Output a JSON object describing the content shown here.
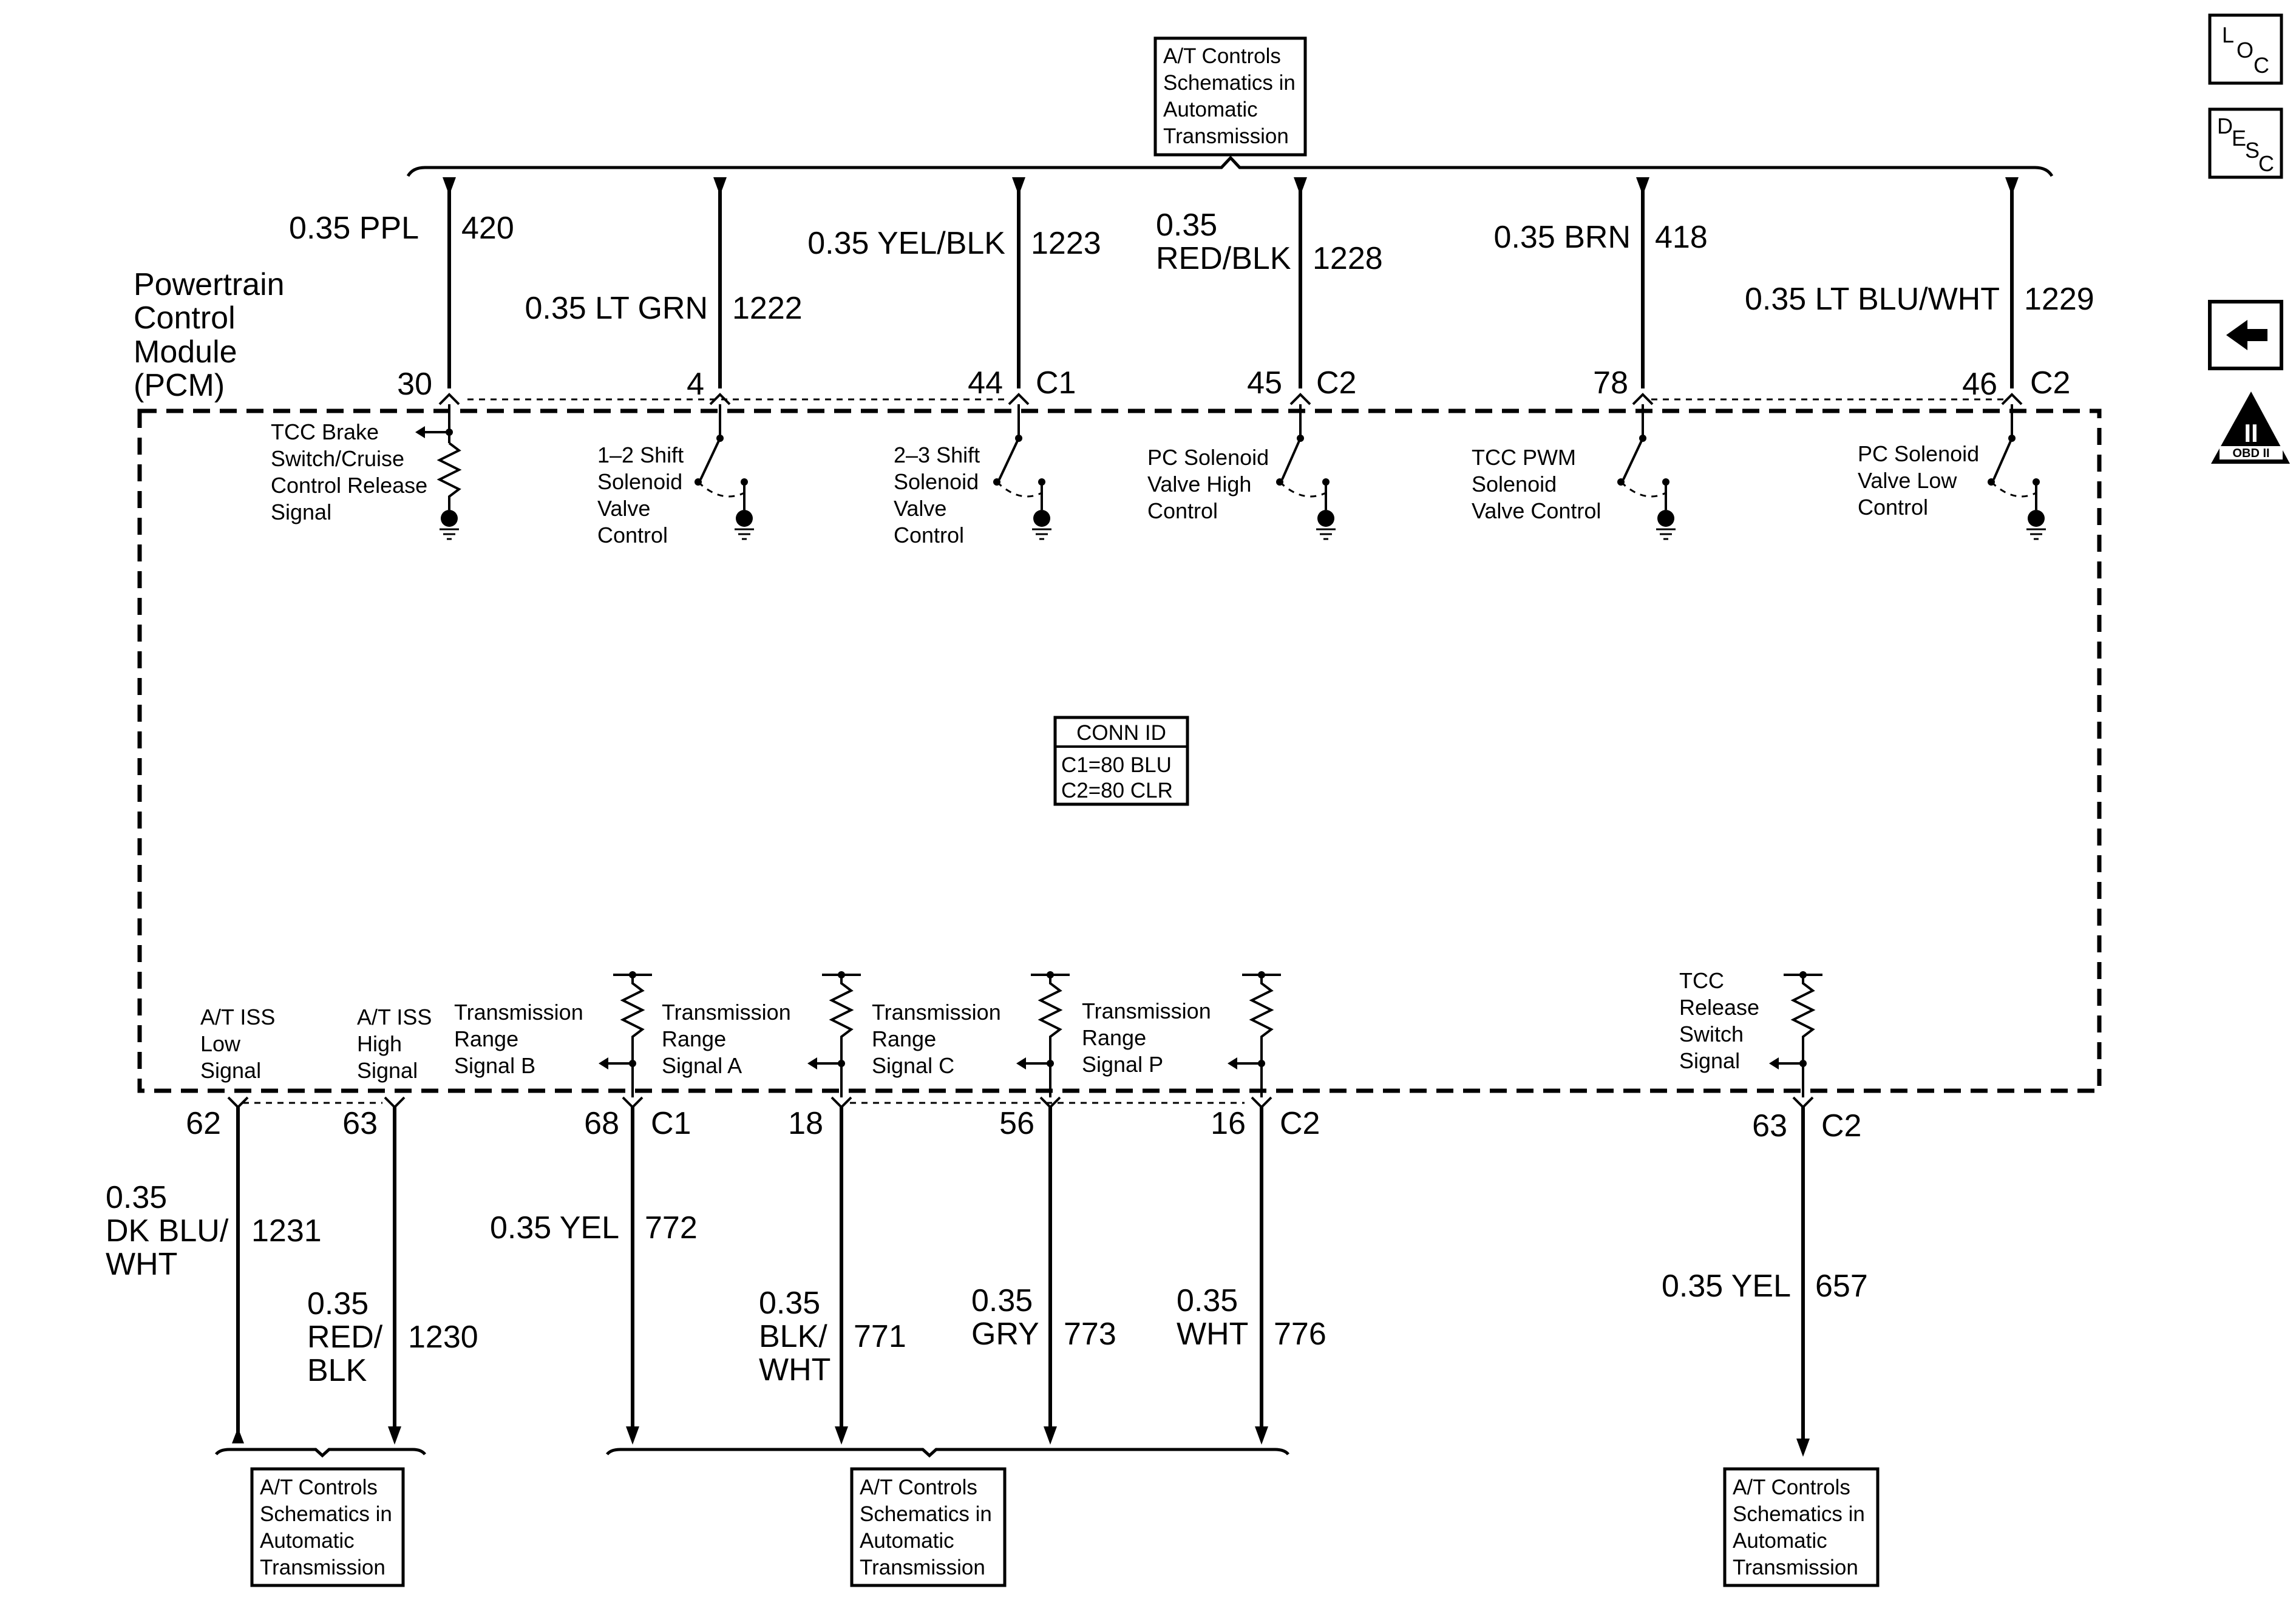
{
  "colors": {
    "ink": "#000000",
    "background": "#ffffff"
  },
  "nav_icons": {
    "loc": {
      "l1": "L",
      "l2": "O",
      "l3": "C"
    },
    "desc": {
      "l1": "D",
      "l2": "E",
      "l3": "S",
      "l4": "C"
    },
    "back_icon": "left-arrow-icon",
    "obd": {
      "numeral": "II",
      "label": "OBD II"
    }
  },
  "top_ref": {
    "lines": [
      "A/T Controls",
      "Schematics in",
      "Automatic",
      "Transmission"
    ]
  },
  "pcm_label": {
    "lines": [
      "Powertrain",
      "Control",
      "Module",
      "(PCM)"
    ]
  },
  "conn_id": {
    "title": "CONN ID",
    "c1": "C1=80 BLU",
    "c2": "C2=80 CLR"
  },
  "top_circuits": [
    {
      "pin": "30",
      "connector": "",
      "wire": [
        "0.35 PPL"
      ],
      "circuit": "420",
      "signal": [
        "TCC Brake",
        "Switch/Cruise",
        "Control Release",
        "Signal"
      ]
    },
    {
      "pin": "4",
      "connector": "",
      "wire": [
        "0.35 LT GRN"
      ],
      "circuit": "1222",
      "signal": [
        "1–2 Shift",
        "Solenoid",
        "Valve",
        "Control"
      ]
    },
    {
      "pin": "44",
      "connector": "C1",
      "wire": [
        "0.35 YEL/BLK"
      ],
      "circuit": "1223",
      "signal": [
        "2–3 Shift",
        "Solenoid",
        "Valve",
        "Control"
      ]
    },
    {
      "pin": "45",
      "connector": "C2",
      "wire": [
        "0.35",
        "RED/BLK"
      ],
      "circuit": "1228",
      "signal": [
        "PC Solenoid",
        "Valve High",
        "Control"
      ]
    },
    {
      "pin": "78",
      "connector": "",
      "wire": [
        "0.35 BRN"
      ],
      "circuit": "418",
      "signal": [
        "TCC PWM",
        "Solenoid",
        "Valve Control"
      ]
    },
    {
      "pin": "46",
      "connector": "C2",
      "wire": [
        "0.35 LT BLU/WHT"
      ],
      "circuit": "1229",
      "signal": [
        "PC Solenoid",
        "Valve Low",
        "Control"
      ]
    }
  ],
  "bottom_circuits": [
    {
      "pin": "62",
      "connector": "",
      "wire": [
        "0.35",
        "DK BLU/",
        "WHT"
      ],
      "circuit": "1231",
      "signal": [
        "A/T ISS",
        "Low",
        "Signal"
      ]
    },
    {
      "pin": "63",
      "connector": "",
      "wire": [
        "0.35",
        "RED/",
        "BLK"
      ],
      "circuit": "1230",
      "signal": [
        "A/T ISS",
        "High",
        "Signal"
      ]
    },
    {
      "pin": "68",
      "connector": "C1",
      "wire": [
        "0.35 YEL"
      ],
      "circuit": "772",
      "signal": [
        "Transmission",
        "Range",
        "Signal B"
      ]
    },
    {
      "pin": "18",
      "connector": "",
      "wire": [
        "0.35",
        "BLK/",
        "WHT"
      ],
      "circuit": "771",
      "signal": [
        "Transmission",
        "Range",
        "Signal A"
      ]
    },
    {
      "pin": "56",
      "connector": "",
      "wire": [
        "0.35",
        "GRY"
      ],
      "circuit": "773",
      "signal": [
        "Transmission",
        "Range",
        "Signal C"
      ]
    },
    {
      "pin": "16",
      "connector": "C2",
      "wire": [
        "0.35",
        "WHT"
      ],
      "circuit": "776",
      "signal": [
        "Transmission",
        "Range",
        "Signal P"
      ]
    },
    {
      "pin": "63",
      "connector": "C2",
      "wire": [
        "0.35 YEL"
      ],
      "circuit": "657",
      "signal": [
        "TCC",
        "Release",
        "Switch",
        "Signal"
      ]
    }
  ],
  "bottom_refs": [
    {
      "lines": [
        "A/T Controls",
        "Schematics in",
        "Automatic",
        "Transmission"
      ]
    },
    {
      "lines": [
        "A/T Controls",
        "Schematics in",
        "Automatic",
        "Transmission"
      ]
    },
    {
      "lines": [
        "A/T Controls",
        "Schematics in",
        "Automatic",
        "Transmission"
      ]
    }
  ]
}
